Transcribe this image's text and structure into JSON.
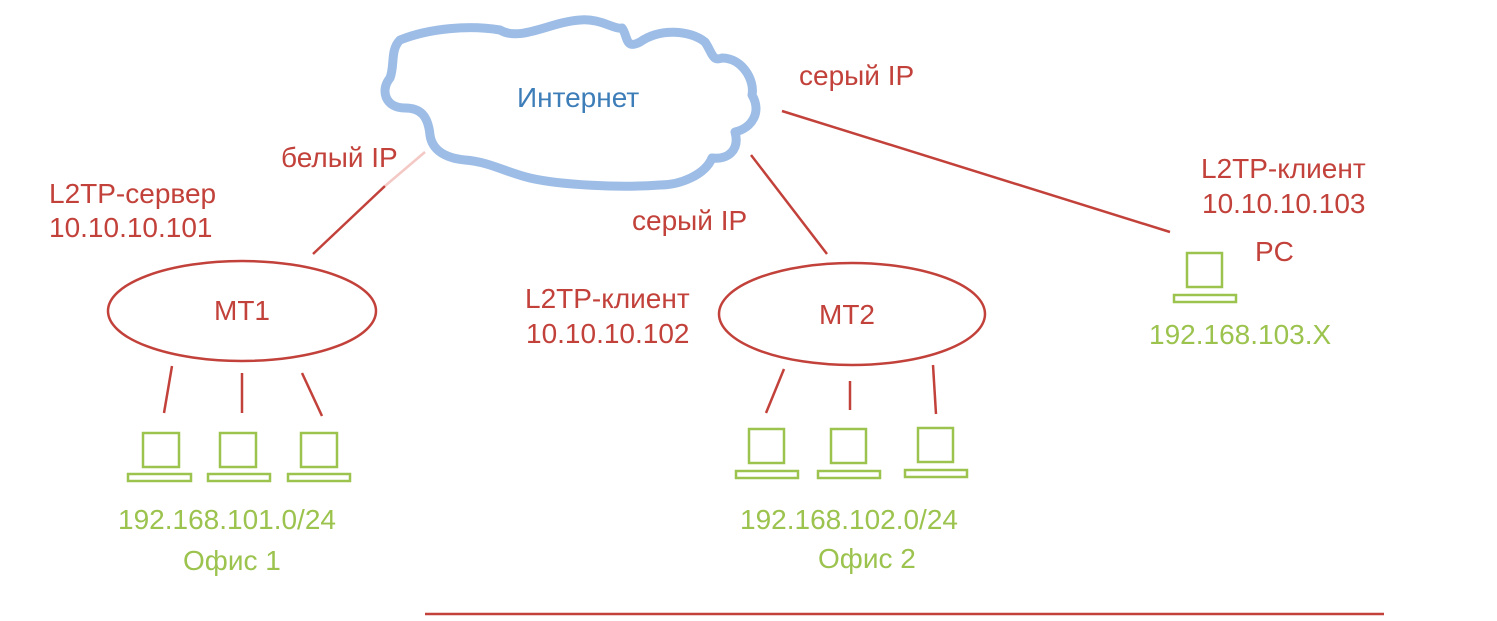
{
  "colors": {
    "link": "#c2413a",
    "lan": "#9bc34e",
    "cloud": "#9dbde6",
    "cloud_text": "#3d7db8"
  },
  "cloud": {
    "label": "Интернет"
  },
  "links": {
    "server_ip": "белый IP",
    "pc_ip": "серый IP",
    "mt2_ip": "серый IP"
  },
  "nodes": {
    "mt1": {
      "name": "MT1",
      "role": "L2TP-сервер",
      "tunnel_ip": "10.10.10.101"
    },
    "mt2": {
      "name": "MT2",
      "role": "L2TP-клиент",
      "tunnel_ip": "10.10.10.102"
    },
    "pc": {
      "name": "PC",
      "role": "L2TP-клиент",
      "tunnel_ip": "10.10.10.103",
      "lan": "192.168.103.X"
    }
  },
  "offices": [
    {
      "subnet": "192.168.101.0/24",
      "name": "Офис 1"
    },
    {
      "subnet": "192.168.102.0/24",
      "name": "Офис 2"
    }
  ],
  "icons": {
    "computer": "laptop-icon",
    "internet": "cloud-icon",
    "router": "router-ellipse"
  }
}
